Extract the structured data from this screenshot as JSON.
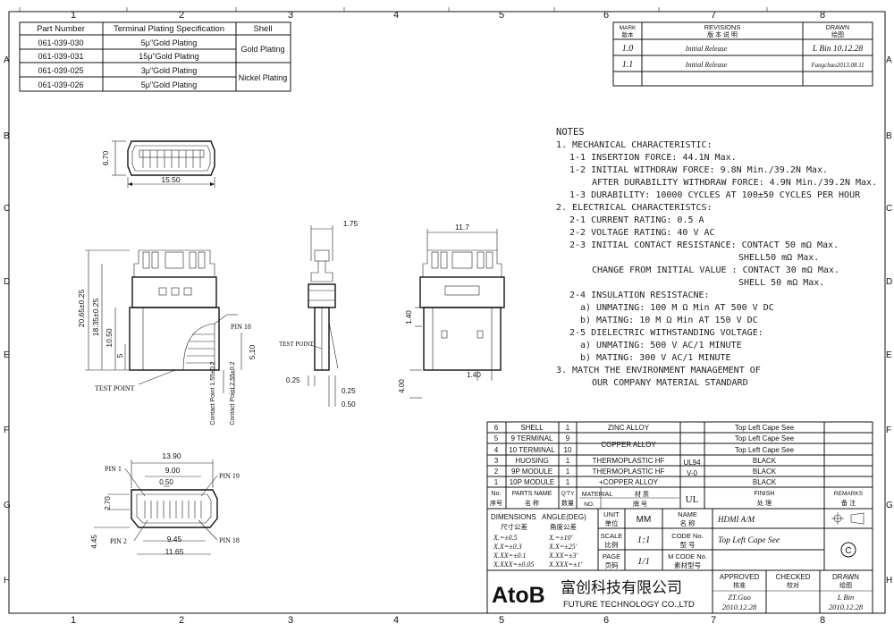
{
  "zones": {
    "columns": [
      "1",
      "2",
      "3",
      "4",
      "5",
      "6",
      "7",
      "8"
    ],
    "rows": [
      "A",
      "B",
      "C",
      "D",
      "E",
      "F",
      "G",
      "H"
    ]
  },
  "part_table": {
    "headers": [
      "Part Number",
      "Terminal Plating Specification",
      "Shell"
    ],
    "rows": [
      {
        "part": "061-039-030",
        "plating": "5μ\"Gold Plating"
      },
      {
        "part": "061-039-031",
        "plating": "15μ\"Gold Plating"
      },
      {
        "part": "061-039-025",
        "plating": "3μ\"Gold Plating"
      },
      {
        "part": "061-039-026",
        "plating": "5μ\"Gold Plating"
      }
    ],
    "shell_groups": [
      "Gold Plating",
      "Nickel Plating"
    ]
  },
  "revisions": {
    "mark_label": "MARK",
    "mark_label_cn": "版本",
    "title": "REVISIONS",
    "title_cn": "版 本 说 明",
    "drawn_label": "DRAWN",
    "drawn_label_cn": "绘图",
    "rows": [
      {
        "mark": "1.0",
        "desc": "Initial Release",
        "drawn": "L Bin 10.12.28"
      },
      {
        "mark": "1.1",
        "desc": "Initial Release",
        "drawn": "Fangchao2013.08.11"
      }
    ]
  },
  "notes": {
    "title": "NOTES",
    "lines": [
      "1. MECHANICAL CHARACTERISTIC:",
      "1-1 INSERTION FORCE: 44.1N Max.",
      "1-2 INITIAL WITHDRAW FORCE: 9.8N Min./39.2N Max.",
      "AFTER DURABILITY WITHDRAW FORCE: 4.9N Min./39.2N Max.",
      "1-3 DURABILITY: 10000 CYCLES AT 100±50 CYCLES PER HOUR",
      "2. ELECTRICAL CHARACTERISTCS:",
      "2-1 CURRENT RATING: 0.5 A",
      "2-2 VOLTAGE RATING: 40 V AC",
      "2-3 INITIAL CONTACT RESISTANCE: CONTACT 50 mΩ Max.",
      "SHELL50 mΩ Max.",
      "CHANGE FROM INITIAL VALUE : CONTACT 30 mΩ Max.",
      "SHELL 50 mΩ Max.",
      "2-4 INSULATION RESISTACNE:",
      "a) UNMATING: 100 M Ω Min AT 500 V DC",
      "b) MATING: 10 M Ω Min AT 150 V DC",
      "2-5 DIELECTRIC WITHSTANDING VOLTAGE:",
      "a) UNMATING: 500 V AC/1 MINUTE",
      "b) MATING: 300 V AC/1 MINUTE",
      "3. MATCH THE ENVIRONMENT MANAGEMENT OF",
      "OUR COMPANY MATERIAL STANDARD"
    ]
  },
  "dims": {
    "top_w": "15.50",
    "top_h": "6.70",
    "front_h1": "20.65±0.25",
    "front_h2": "18.35±0.25",
    "front_h3": "10.50",
    "front_h4": "5",
    "front_h5": "5.10",
    "pin18": "PIN 18",
    "test_point": "TEST POINT",
    "test_point2": "TEST POINT",
    "contact1": "Contact Point 1.55±0.2",
    "contact2": "Contact Point 2.55±0.2",
    "side_w": "1.75",
    "side_a": "0.25",
    "side_b": "0.25",
    "side_c": "0.50",
    "back_w": "11.7",
    "back_a": "1.40",
    "back_b": "1.40",
    "back_c": "4.00",
    "bottom_w1": "13.90",
    "bottom_w2": "9.00",
    "bottom_w3": "0.50",
    "bottom_w4": "9.45",
    "bottom_w5": "11.65",
    "bottom_h1": "2.70",
    "bottom_h2": "4.45",
    "pin1": "PIN 1",
    "pin19": "PIN 19",
    "pin2": "PIN 2",
    "pin18b": "PIN 18"
  },
  "bom": {
    "rows": [
      {
        "no": "6",
        "name": "SHELL",
        "qty": "1",
        "material": "ZINC ALLOY",
        "finish": "Top Left   Cape See"
      },
      {
        "no": "5",
        "name": "9 TERMINAL",
        "qty": "9",
        "material": "COPPER ALLOY",
        "finish": "Top Left   Cape See"
      },
      {
        "no": "4",
        "name": "10 TERMINAL",
        "qty": "10",
        "material": "",
        "finish": "Top Left   Cape See"
      },
      {
        "no": "3",
        "name": "HUOSING",
        "qty": "1",
        "material": "THERMOPLASTIC HF",
        "finish": "BLACK"
      },
      {
        "no": "2",
        "name": "9P MODULE",
        "qty": "1",
        "material": "THERMOPLASTIC HF",
        "finish": "BLACK"
      },
      {
        "no": "1",
        "name": "10P MODULE",
        "qty": "1",
        "material": "+COPPER ALLOY",
        "finish": "BLACK"
      }
    ],
    "ul94": "UL94",
    "v0": "V-0",
    "h_no": "No.",
    "h_no_cn": "序号",
    "h_parts": "PARTS NAME",
    "h_parts_cn": "名 称",
    "h_qty": "Q'TY",
    "h_qty_cn": "数量",
    "h_material": "MATERIAL",
    "h_material_cn": "材 质",
    "h_matno": "NO.",
    "h_matno_cn": "牌 号",
    "h_ul": "UL",
    "h_finish": "FINISH",
    "h_finish_cn": "处 理",
    "h_remarks": "REMARKS",
    "h_remarks_cn": "备 注"
  },
  "title_block": {
    "dimensions": "DIMENSIONS",
    "angle": "ANGLE(DEG)",
    "tol_cn": "尺寸公差",
    "ang_cn": "角度公差",
    "tols": [
      "X.=±0.5",
      "X.X=±0.3",
      "X.XX=±0.1",
      "X.XXX=±0.05"
    ],
    "angs": [
      "X.=±10'",
      "X.X=±25'",
      "X.XX=±3'",
      "X.XXX=±1'"
    ],
    "unit": "UNIT",
    "unit_cn": "单位",
    "unit_val": "MM",
    "name": "NAME",
    "name_cn": "名 称",
    "name_val": "HDMI A/M",
    "scale": "SCALE",
    "scale_cn": "比例",
    "scale_val": "1:1",
    "code": "CODE No.",
    "code_cn": "型 号",
    "code_val": "Top Left   Cape See",
    "page": "PAGE",
    "page_cn": "页码",
    "page_val": "1/1",
    "mcode": "M CODE No.",
    "mcode_cn": "素材型号",
    "company_logo": "AtoB",
    "company_cn": "富创科技有限公司",
    "company_en": "FUTURE TECHNOLOGY CO.,LTD",
    "approved": "APPROVED",
    "approved_cn": "核准",
    "approved_name": "ZT.Guo",
    "approved_date": "2010.12.28",
    "checked": "CHECKED",
    "checked_cn": "校对",
    "drawn": "DRAWN",
    "drawn_cn": "绘图",
    "drawn_name": "L Bin",
    "drawn_date": "2010.12.28"
  }
}
